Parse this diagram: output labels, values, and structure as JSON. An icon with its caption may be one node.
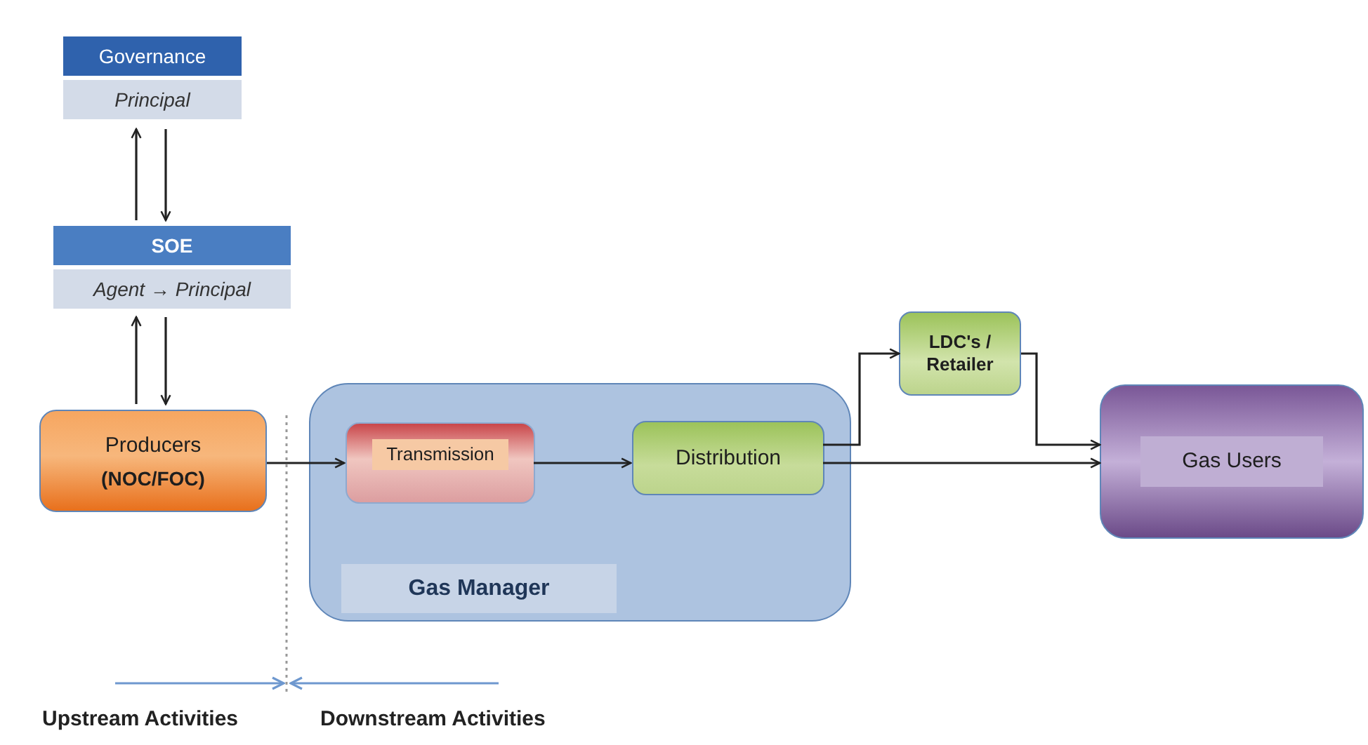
{
  "diagram": {
    "nodes": [
      {
        "text": [
          "Governance",
          "Principal"
        ]
      },
      {
        "text": [
          "SOE",
          "Agent → Principal"
        ]
      },
      {
        "text": [
          "Producers",
          "(NOC/FOC)"
        ]
      },
      {
        "text": [
          "Gas Manager"
        ]
      },
      {
        "text": [
          "Transmission"
        ],
        "in": 3
      },
      {
        "text": [
          "Distribution"
        ],
        "in": 3
      },
      {
        "text": [
          "LDC's / Retailer"
        ]
      },
      {
        "text": [
          "Gas Users"
        ]
      }
    ],
    "edges": [
      {
        "from": 1,
        "to": 0,
        "arrow": "to"
      },
      {
        "from": 0,
        "to": 1,
        "arrow": "to"
      },
      {
        "from": 2,
        "to": 1,
        "arrow": "to"
      },
      {
        "from": 1,
        "to": 2,
        "arrow": "to"
      },
      {
        "from": 2,
        "to": 4,
        "arrow": "to"
      },
      {
        "from": 4,
        "to": 5,
        "arrow": "to"
      },
      {
        "from": 5,
        "to": 6,
        "arrow": "to"
      },
      {
        "from": 6,
        "to": 7,
        "arrow": "to"
      },
      {
        "from": 5,
        "to": 7,
        "arrow": "to"
      }
    ],
    "labels": [
      "Upstream Activities",
      "Downstream Activities"
    ]
  }
}
